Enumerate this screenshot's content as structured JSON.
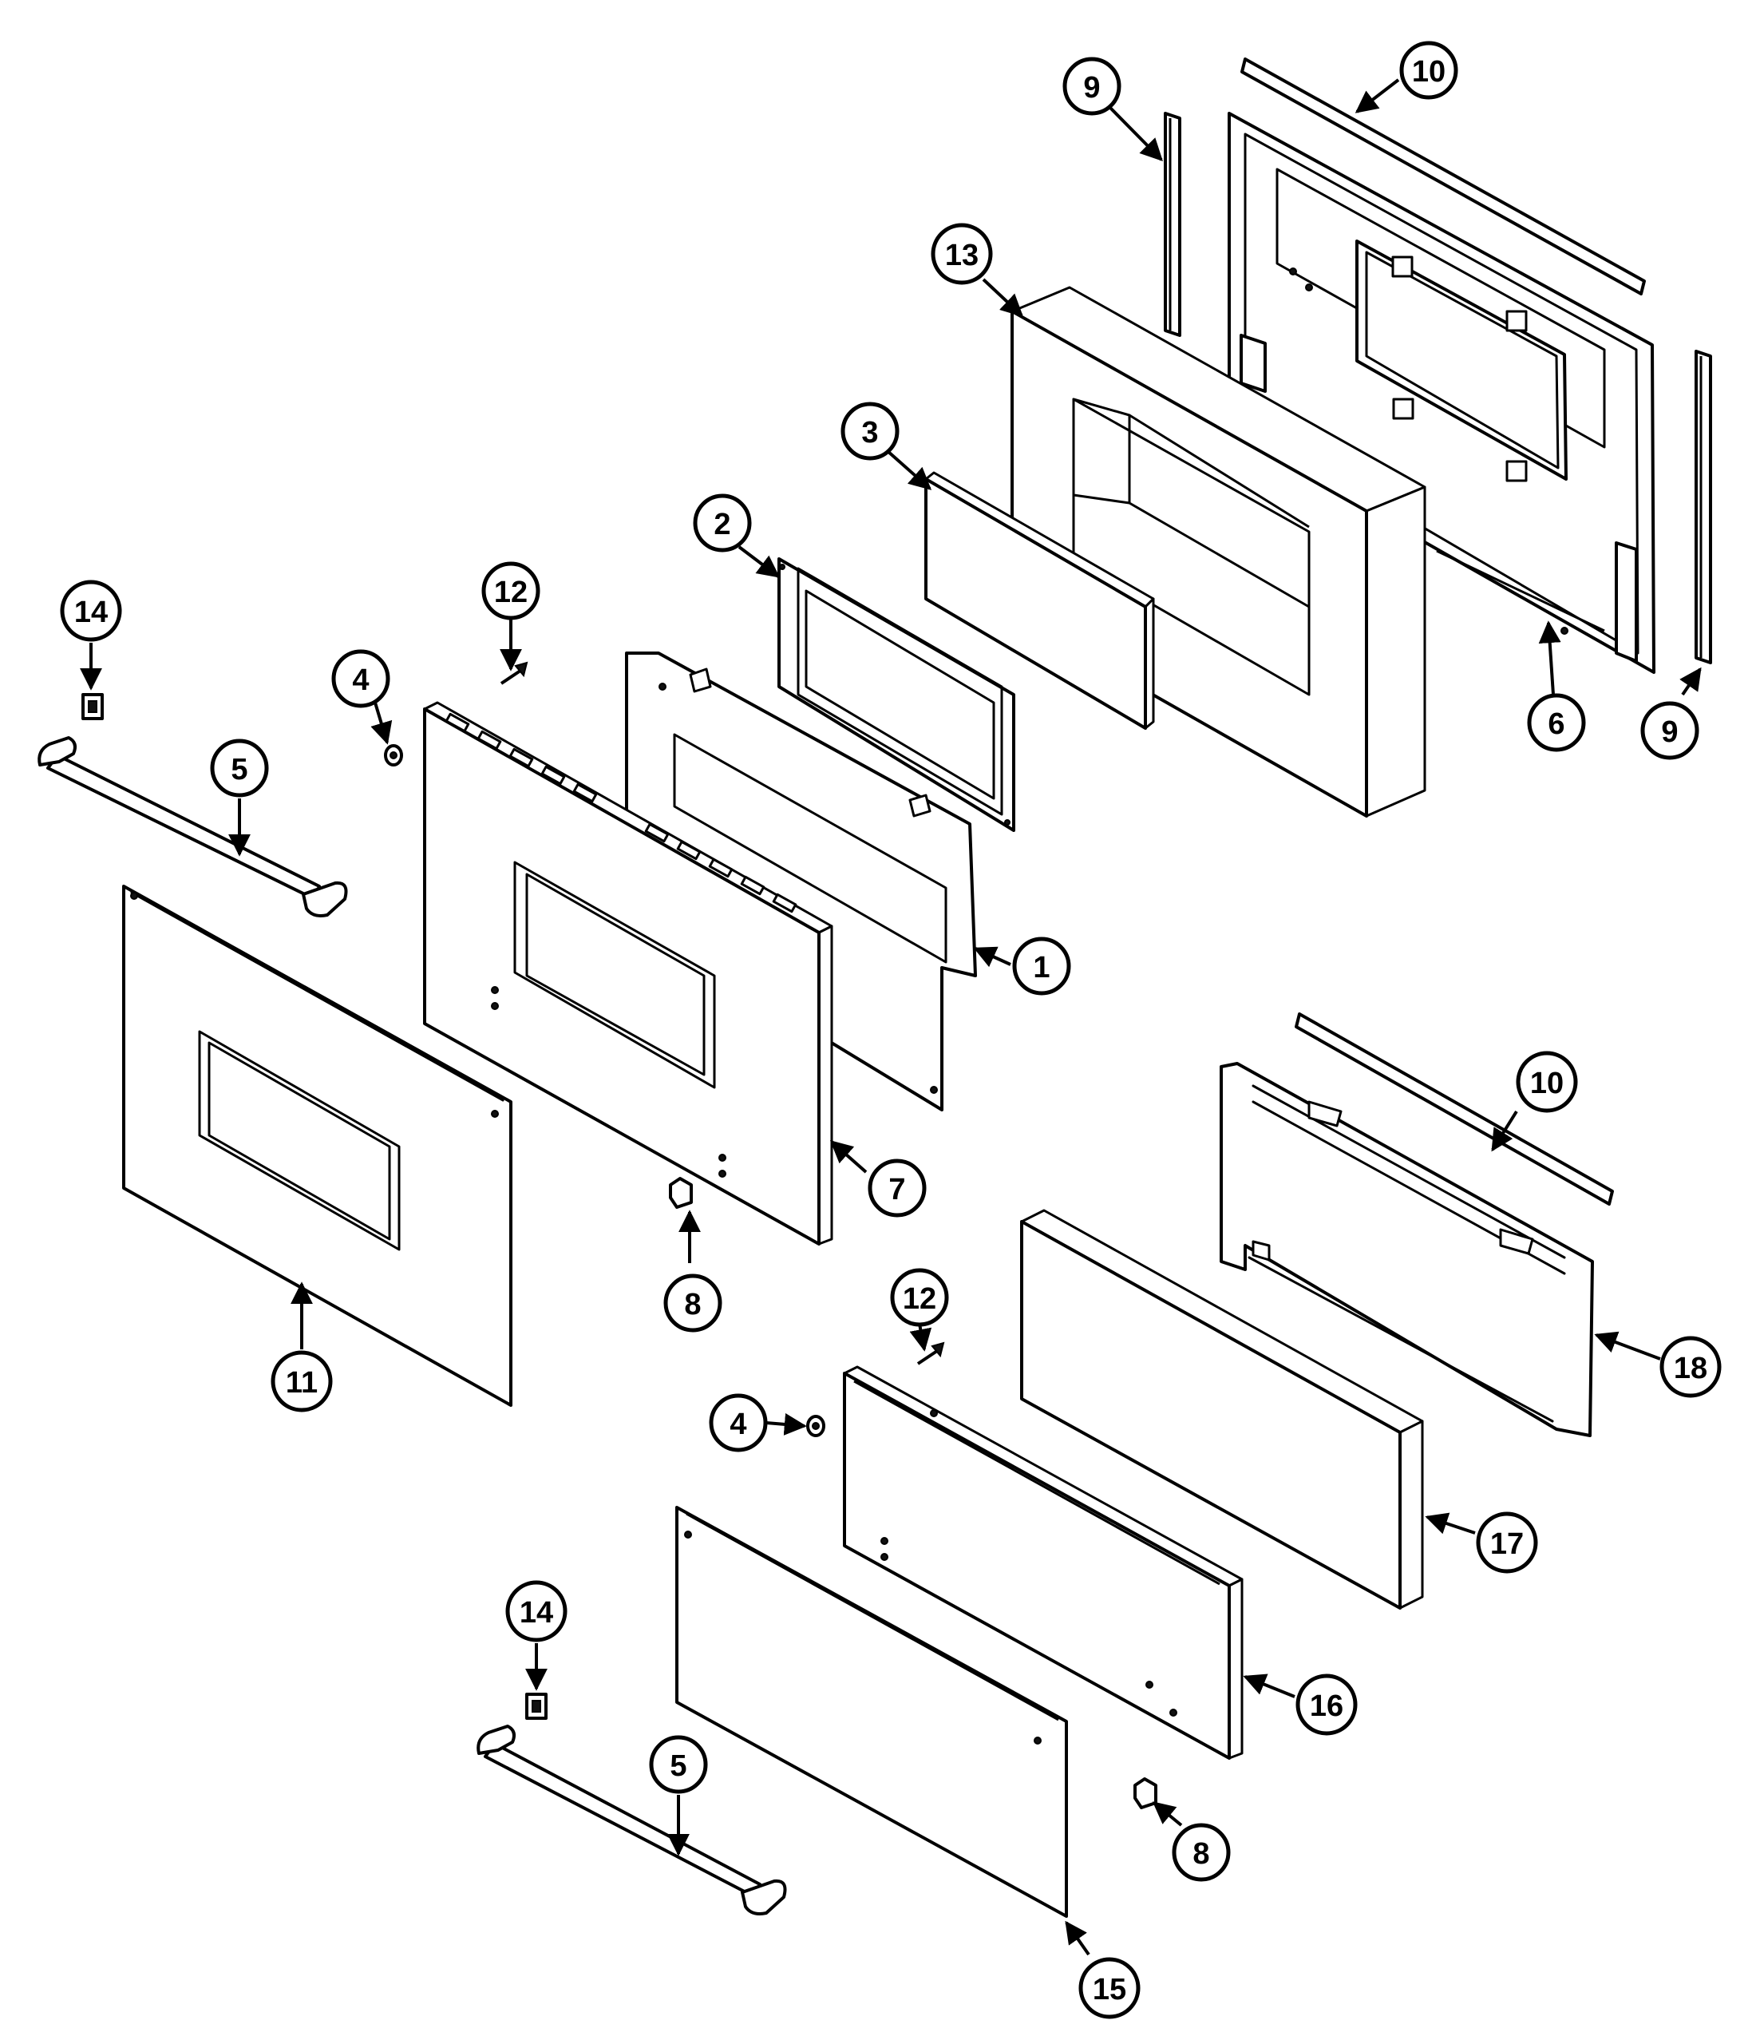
{
  "callouts": {
    "c1": "1",
    "c2": "2",
    "c3": "3",
    "c4a": "4",
    "c4b": "4",
    "c5a": "5",
    "c5b": "5",
    "c6": "6",
    "c7": "7",
    "c8a": "8",
    "c8b": "8",
    "c9a": "9",
    "c9b": "9",
    "c10a": "10",
    "c10b": "10",
    "c11": "11",
    "c12a": "12",
    "c12b": "12",
    "c13": "13",
    "c14a": "14",
    "c14b": "14",
    "c15": "15",
    "c16": "16",
    "c17": "17",
    "c18": "18"
  },
  "style": {
    "line_color": "#000000",
    "background": "#ffffff"
  }
}
